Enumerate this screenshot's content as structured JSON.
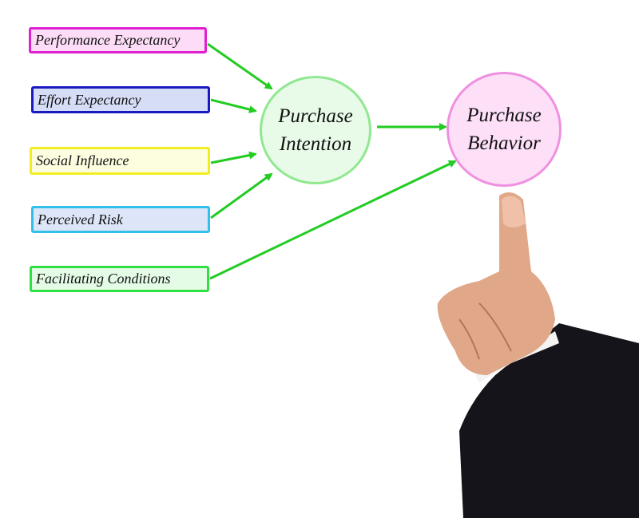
{
  "factors": [
    {
      "label": "Performance Expectancy",
      "border": "#e020d0",
      "fill": "#fcdcf6"
    },
    {
      "label": "Effort Expectancy",
      "border": "#1a1ac0",
      "fill": "#d6ddf6"
    },
    {
      "label": "Social Influence",
      "border": "#f0ee20",
      "fill": "#fdfde0"
    },
    {
      "label": "Perceived Risk",
      "border": "#30c0e8",
      "fill": "#dde6f8"
    },
    {
      "label": "Facilitating Conditions",
      "border": "#30e040",
      "fill": "#e4fbe6"
    }
  ],
  "intention": {
    "line1": "Purchase",
    "line2": "Intention",
    "border": "#90e890",
    "fill": "#e8fbe8"
  },
  "behavior": {
    "line1": "Purchase",
    "line2": "Behavior",
    "border": "#f090e0",
    "fill": "#fde0f8"
  },
  "arrow_color": "#22cc22"
}
